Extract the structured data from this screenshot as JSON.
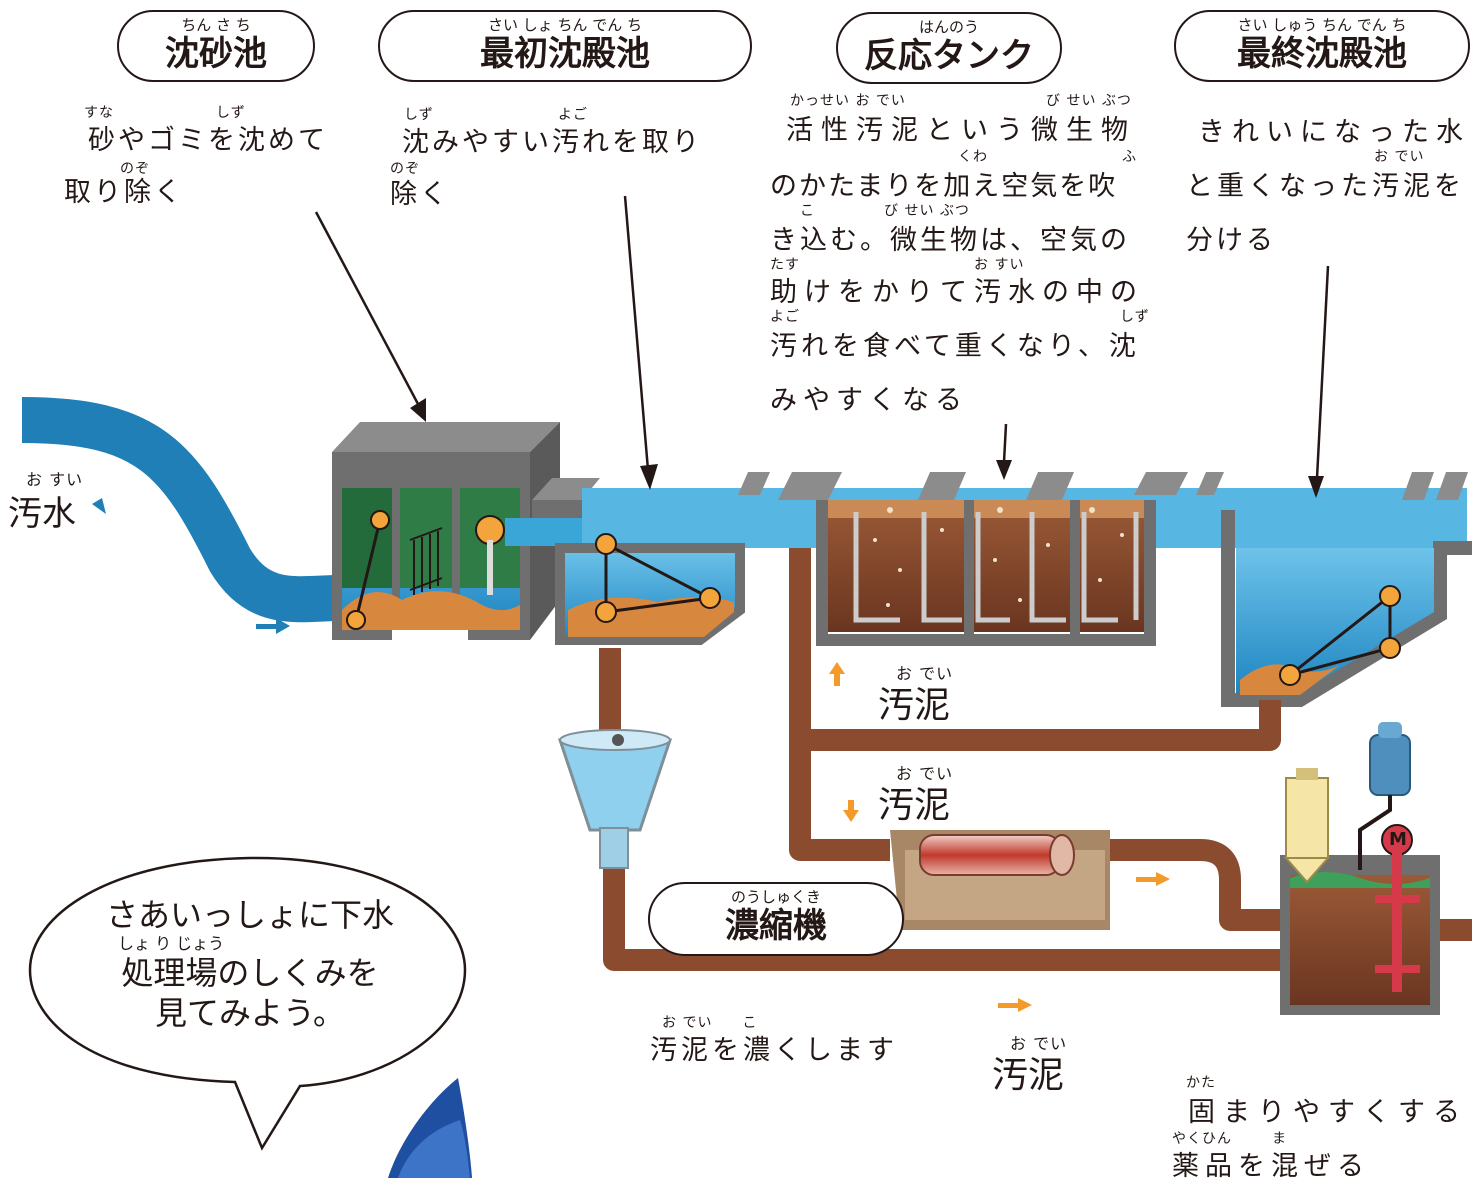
{
  "stages": {
    "grit": {
      "ruby": "ちん さ ち",
      "title": "沈砂池"
    },
    "primary": {
      "ruby": "さい しょ ちん でん ち",
      "title": "最初沈殿池"
    },
    "reactor": {
      "ruby": "はんのう",
      "title": "反応タンク"
    },
    "final": {
      "ruby": "さい しゅう ちん でん ち",
      "title": "最終沈殿池"
    }
  },
  "descriptions": {
    "grit": {
      "lines": [
        "砂やゴミを沈めて",
        "取り除く"
      ],
      "ruby": [
        "すな",
        "しず",
        "のぞ"
      ]
    },
    "primary": {
      "lines": [
        "沈みやすい汚れを取り",
        "除く"
      ],
      "ruby": [
        "しず",
        "よご",
        "のぞ"
      ]
    },
    "reactor": {
      "lines": [
        "活性汚泥という微生物",
        "のかたまりを加え空気を吹",
        "き込む。微生物は、空気の",
        "助けをかりて汚水の中の",
        "汚れを食べて重くなり、沈",
        "みやすくなる"
      ],
      "ruby": [
        "かっせい お でい",
        "び せい ぶつ",
        "くわ",
        "ふ",
        "こ",
        "び せい ぶつ",
        "たす",
        "お すい",
        "よご",
        "しず"
      ]
    },
    "final": {
      "lines": [
        "きれいになった水",
        "と重くなった汚泥を",
        "分ける"
      ],
      "ruby": [
        "お でい"
      ]
    }
  },
  "labels": {
    "sewage": {
      "ruby": "お すい",
      "text": "汚水"
    },
    "sludge_up": {
      "ruby": "お でい",
      "text": "汚泥"
    },
    "sludge_down": {
      "ruby": "お でい",
      "text": "汚泥"
    },
    "sludge_bottom": {
      "ruby": "お でい",
      "text": "汚泥"
    },
    "thickener": {
      "ruby": "のうしゅくき",
      "text": "濃縮機"
    },
    "thicken_note": {
      "ruby": "お でい　　こ",
      "text": "汚泥を濃くします"
    },
    "chem_note": {
      "lines": [
        "固まりやすくする",
        "薬品を混ぜる"
      ],
      "ruby": [
        "かた",
        "やくひん",
        "ま"
      ]
    },
    "motor": "M"
  },
  "speech": {
    "lines": [
      "さあいっしょに下水",
      "処理場のしくみを",
      "見てみよう。"
    ],
    "ruby": "しょ り じょう"
  },
  "colors": {
    "water": "#3aa6d8",
    "pipe": "#8a4b2f",
    "tank_gray": "#6f6f6f",
    "arrow_orange": "#f39a2b"
  }
}
